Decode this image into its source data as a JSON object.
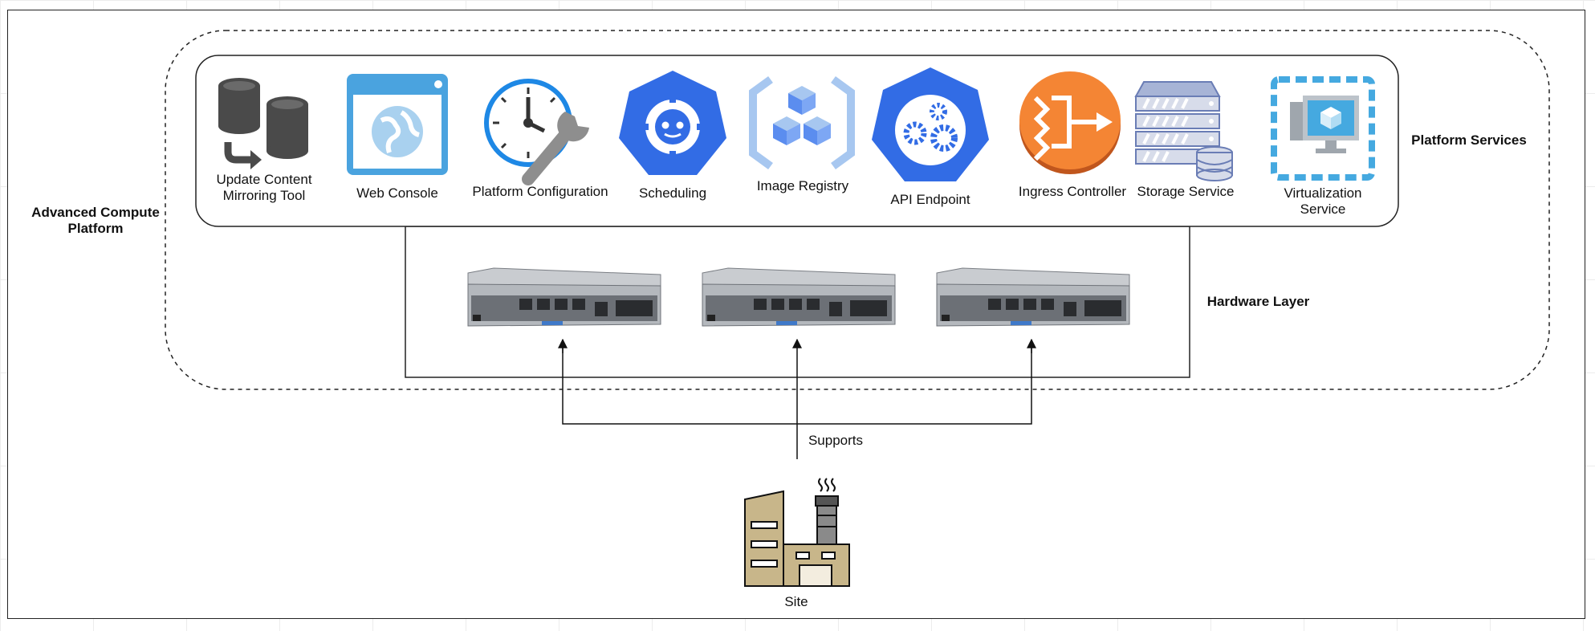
{
  "diagram": {
    "platform_label": "Advanced Compute Platform",
    "platform_services_label": "Platform Services",
    "hardware_layer_label": "Hardware Layer",
    "edge_label": "Supports",
    "site_label": "Site"
  },
  "services": [
    {
      "label": "Update Content Mirroring Tool",
      "icon": "database-mirror-icon"
    },
    {
      "label": "Web Console",
      "icon": "web-console-icon"
    },
    {
      "label": "Platform Configuration",
      "icon": "clock-wrench-icon"
    },
    {
      "label": "Scheduling",
      "icon": "scheduler-heptagon-icon"
    },
    {
      "label": "Image Registry",
      "icon": "image-registry-icon"
    },
    {
      "label": "API Endpoint",
      "icon": "api-gears-heptagon-icon"
    },
    {
      "label": "Ingress Controller",
      "icon": "ingress-arrows-icon"
    },
    {
      "label": "Storage Service",
      "icon": "storage-rack-icon"
    },
    {
      "label": "Virtualization Service",
      "icon": "virtual-machine-icon"
    }
  ],
  "hardware": [
    {
      "icon": "server-blade-icon"
    },
    {
      "icon": "server-blade-icon"
    },
    {
      "icon": "server-blade-icon"
    }
  ],
  "colors": {
    "blue_primary": "#326ce5",
    "blue_light": "#4aa3df",
    "blue_pale": "#a7c7f0",
    "orange": "#f48534",
    "grey_dark": "#4a4a4a",
    "grey_mid": "#8e8e8e",
    "factory_fill": "#c8b68a"
  }
}
